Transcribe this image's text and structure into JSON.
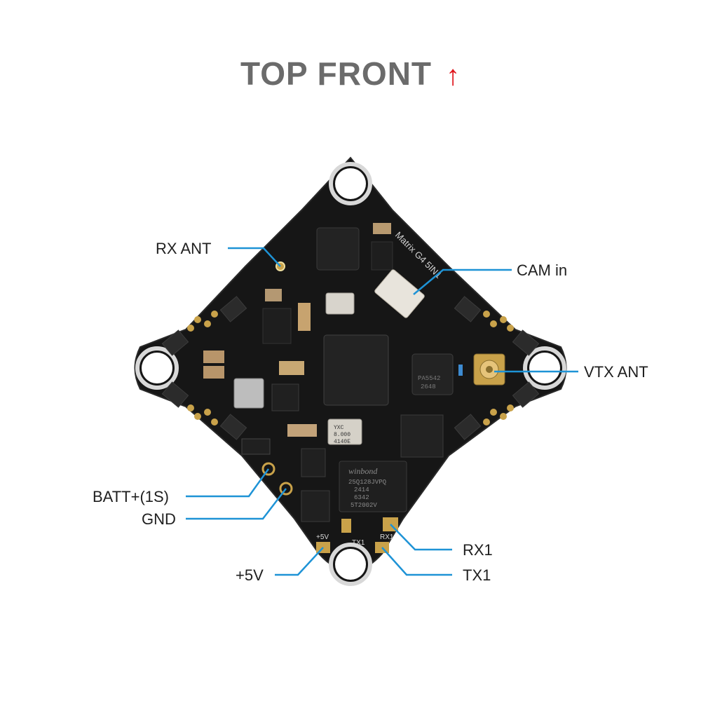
{
  "title": "TOP FRONT",
  "title_arrow": "↑",
  "accent_color": "#e0141b",
  "leader_color": "#1e93d6",
  "board": {
    "silkscreen_name": "Matrix G4 5IN1",
    "pads": {
      "plus5v": "+5V",
      "tx1": "TX1",
      "rx1": "RX1"
    },
    "chips": {
      "flash_brand": "winbond",
      "flash_line1": "25Q128JVPQ",
      "flash_line2": "2414",
      "flash_line3": "6342",
      "flash_line4": "5T2002V",
      "crystal_text1": "YXC",
      "crystal_text2": "8.000",
      "crystal_text3": "4140E",
      "vtx_chip_line1": "PA5542",
      "vtx_chip_line2": "2648"
    }
  },
  "labels": {
    "rx_ant": "RX ANT",
    "cam_in": "CAM in",
    "vtx_ant": "VTX ANT",
    "batt": "BATT+(1S)",
    "gnd": "GND",
    "v5": "+5V",
    "rx1": "RX1",
    "tx1": "TX1"
  }
}
